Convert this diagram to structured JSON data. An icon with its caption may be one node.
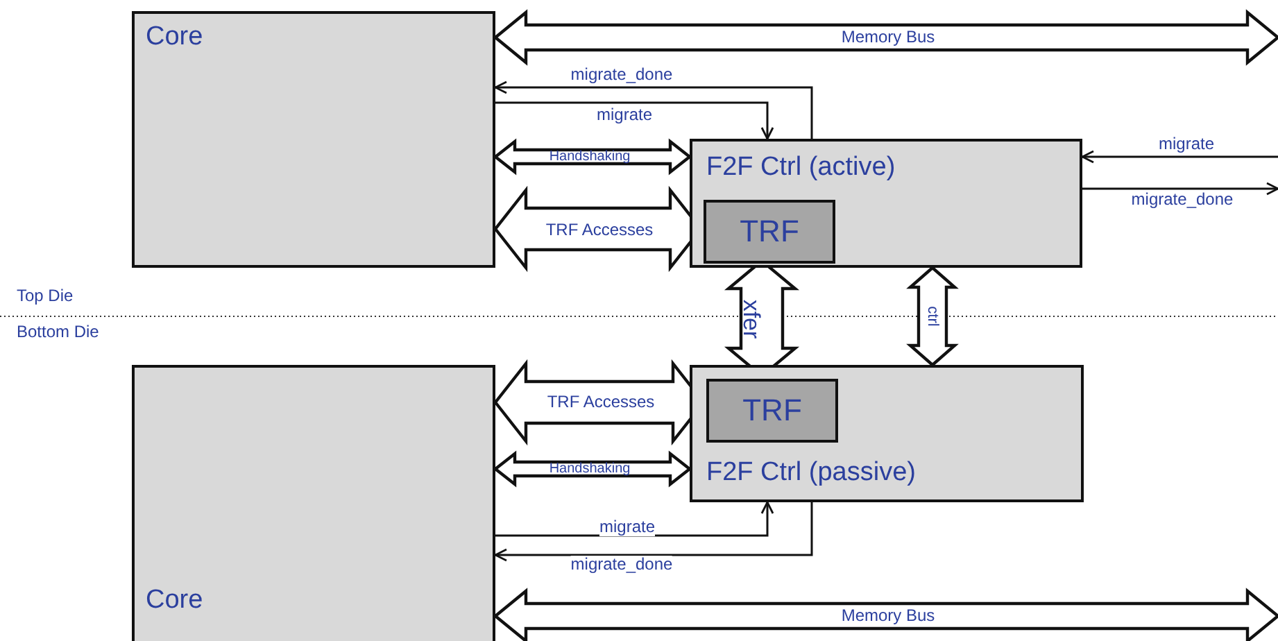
{
  "diagram": {
    "nodes": [
      {
        "text": [
          "Core"
        ]
      },
      {
        "text": [
          "F2F Ctrl (active)"
        ]
      },
      {
        "text": [
          "TRF"
        ],
        "in": 1
      },
      {
        "text": [
          "Core"
        ]
      },
      {
        "text": [
          "F2F Ctrl (passive)"
        ]
      },
      {
        "text": [
          "TRF"
        ],
        "in": 4
      }
    ],
    "edges": [
      {
        "from": 0,
        "to": null,
        "arrow": "both",
        "label": "Memory Bus",
        "style": "thick"
      },
      {
        "from": 1,
        "to": 0,
        "arrow": "to",
        "label": "migrate_done"
      },
      {
        "from": 0,
        "to": 1,
        "arrow": "to",
        "label": "migrate"
      },
      {
        "from": 0,
        "to": 1,
        "arrow": "both",
        "label": "Handshaking",
        "style": "thick"
      },
      {
        "from": 0,
        "to": 2,
        "arrow": "both",
        "label": "TRF Accesses",
        "style": "thick"
      },
      {
        "from": null,
        "to": 1,
        "arrow": "to",
        "label": "migrate"
      },
      {
        "from": 1,
        "to": null,
        "arrow": "to",
        "label": "migrate_done"
      },
      {
        "from": 2,
        "to": 5,
        "arrow": "both",
        "label": "xfer",
        "style": "thick"
      },
      {
        "from": 1,
        "to": 4,
        "arrow": "both",
        "label": "ctrl",
        "style": "thick"
      },
      {
        "from": 3,
        "to": 5,
        "arrow": "both",
        "label": "TRF Accesses",
        "style": "thick"
      },
      {
        "from": 3,
        "to": 4,
        "arrow": "both",
        "label": "Handshaking",
        "style": "thick"
      },
      {
        "from": 3,
        "to": 4,
        "arrow": "to",
        "label": "migrate"
      },
      {
        "from": 4,
        "to": 3,
        "arrow": "to",
        "label": "migrate_done"
      },
      {
        "from": 3,
        "to": null,
        "arrow": "both",
        "label": "Memory Bus",
        "style": "thick"
      }
    ],
    "labels": [
      "Top Die",
      "Bottom Die"
    ]
  }
}
